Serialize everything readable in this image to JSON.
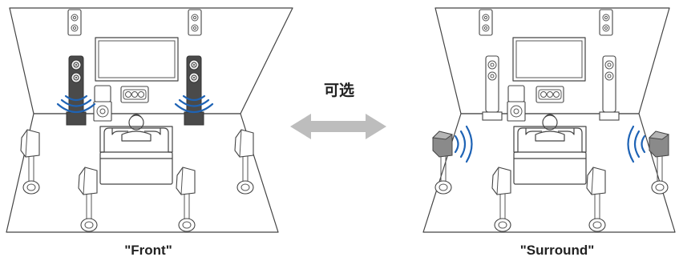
{
  "captions": {
    "left": "\"Front\"",
    "right": "\"Surround\""
  },
  "center_label": "可选",
  "colors": {
    "highlight_speaker": "#4a4a4a",
    "sound_wave": "#1e63b5",
    "arrow": "#bdbdbd",
    "line": "#444444"
  },
  "icons": [
    "room-outline",
    "tv-screen",
    "center-speaker",
    "subwoofer",
    "tower-speaker",
    "height-speaker",
    "surround-speaker",
    "listener-armchair",
    "sound-wave",
    "double-arrow"
  ]
}
